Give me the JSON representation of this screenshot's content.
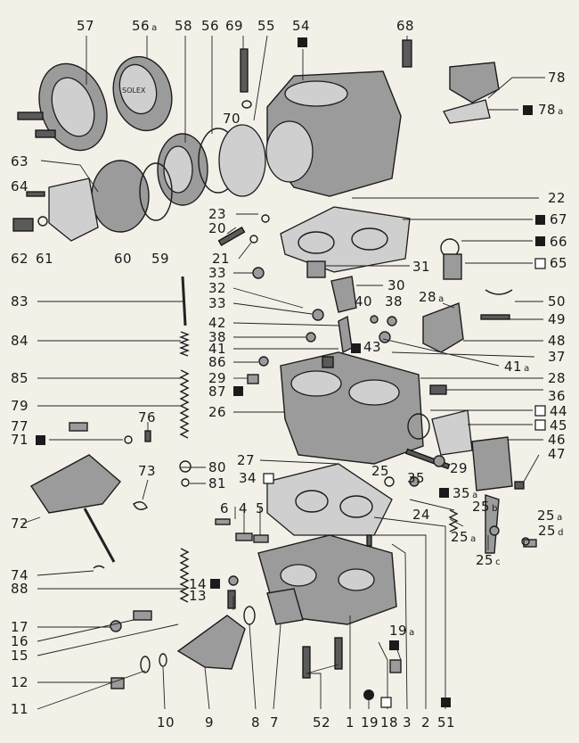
{
  "labels": {
    "l57": "57",
    "l56a": "56",
    "l56a_sub": "a",
    "l58": "58",
    "l56": "56",
    "l69": "69",
    "l55": "55",
    "l54": "54",
    "l68": "68",
    "l78": "78",
    "l78a": "78",
    "l78a_sub": "a",
    "l70": "70",
    "l63": "63",
    "l64": "64",
    "l22": "22",
    "l23": "23",
    "l67": "67",
    "l20": "20",
    "l66": "66",
    "l62": "62",
    "l61": "61",
    "l60": "60",
    "l59": "59",
    "l21": "21",
    "l65": "65",
    "l33a": "33",
    "l31": "31",
    "l32": "32",
    "l30": "30",
    "l28a": "28",
    "l28a_sub": "a",
    "l50": "50",
    "l83": "83",
    "l33b": "33",
    "l40": "40",
    "l38a": "38",
    "l49": "49",
    "l42": "42",
    "l48": "48",
    "l84": "84",
    "l38b": "38",
    "l43": "43",
    "l41": "41",
    "l37": "37",
    "l86": "86",
    "l41a": "41",
    "l41a_sub": "a",
    "l85": "85",
    "l29a": "29",
    "l28": "28",
    "l87": "87",
    "l36": "36",
    "l79": "79",
    "l26": "26",
    "l44": "44",
    "l76": "76",
    "l45": "45",
    "l77": "77",
    "l71": "71",
    "l46": "46",
    "l47": "47",
    "l27": "27",
    "l80": "80",
    "l29b": "29",
    "l73": "73",
    "l25": "25",
    "l34": "34",
    "l35": "35",
    "l81": "81",
    "l35a": "35",
    "l35a_sub": "a",
    "l25b": "25",
    "l25b_sub": "b",
    "l72": "72",
    "l6": "6",
    "l4": "4",
    "l5": "5",
    "l24": "24",
    "l25a": "25",
    "l25a_sub": "a",
    "l25a2": "25",
    "l25a2_sub": "a",
    "l25d": "25",
    "l25d_sub": "d",
    "l25c": "25",
    "l25c_sub": "c",
    "l74": "74",
    "l88": "88",
    "l14": "14",
    "l13": "13",
    "l17": "17",
    "l16": "16",
    "l15": "15",
    "l19a": "19",
    "l19a_sub": "a",
    "l12": "12",
    "l11": "11",
    "l10": "10",
    "l9": "9",
    "l8": "8",
    "l7": "7",
    "l52": "52",
    "l1": "1",
    "l19": "19",
    "l18": "18",
    "l3": "3",
    "l2": "2",
    "l51": "51"
  },
  "badge_text": {
    "solex": "SOLEX"
  },
  "colors": {
    "background": "#f3f0e8",
    "ink": "#1b1b1b",
    "metal": "#9b9b9b"
  }
}
